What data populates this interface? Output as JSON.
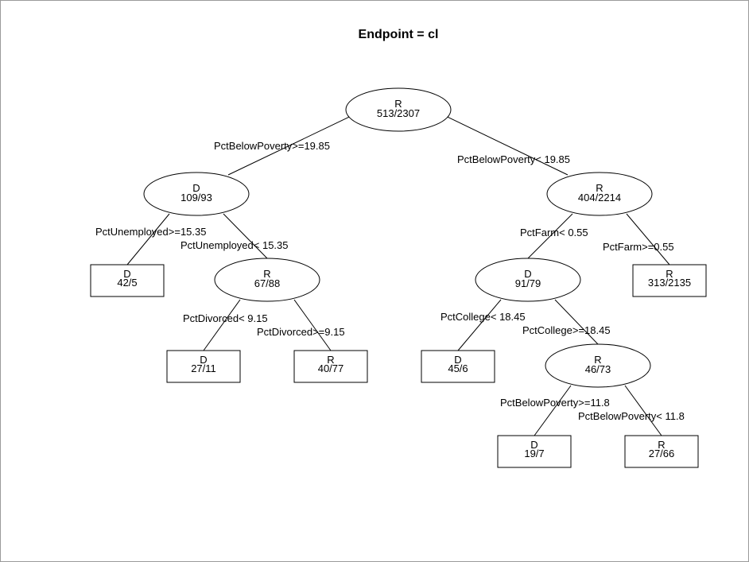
{
  "title": "Endpoint = cl",
  "nodes": {
    "n_root": {
      "shape": "ellipse",
      "class": "R",
      "counts": "513/2307"
    },
    "n_left": {
      "shape": "ellipse",
      "class": "D",
      "counts": "109/93"
    },
    "n_right": {
      "shape": "ellipse",
      "class": "R",
      "counts": "404/2214"
    },
    "n_ll": {
      "shape": "box",
      "class": "D",
      "counts": "42/5"
    },
    "n_lr": {
      "shape": "ellipse",
      "class": "R",
      "counts": "67/88"
    },
    "n_lrl": {
      "shape": "box",
      "class": "D",
      "counts": "27/11"
    },
    "n_lrr": {
      "shape": "box",
      "class": "R",
      "counts": "40/77"
    },
    "n_rl": {
      "shape": "ellipse",
      "class": "D",
      "counts": "91/79"
    },
    "n_rr": {
      "shape": "box",
      "class": "R",
      "counts": "313/2135"
    },
    "n_rll": {
      "shape": "box",
      "class": "D",
      "counts": "45/6"
    },
    "n_rlr": {
      "shape": "ellipse",
      "class": "R",
      "counts": "46/73"
    },
    "n_rlrl": {
      "shape": "box",
      "class": "D",
      "counts": "19/7"
    },
    "n_rlrr": {
      "shape": "box",
      "class": "R",
      "counts": "27/66"
    }
  },
  "edges": [
    {
      "from": "n_root",
      "to": "n_left",
      "label": "PctBelowPoverty>=19.85"
    },
    {
      "from": "n_root",
      "to": "n_right",
      "label": "PctBelowPoverty< 19.85"
    },
    {
      "from": "n_left",
      "to": "n_ll",
      "label": "PctUnemployed>=15.35"
    },
    {
      "from": "n_left",
      "to": "n_lr",
      "label": "PctUnemployed< 15.35"
    },
    {
      "from": "n_lr",
      "to": "n_lrl",
      "label": "PctDivorced< 9.15"
    },
    {
      "from": "n_lr",
      "to": "n_lrr",
      "label": "PctDivorced>=9.15"
    },
    {
      "from": "n_right",
      "to": "n_rl",
      "label": "PctFarm< 0.55"
    },
    {
      "from": "n_right",
      "to": "n_rr",
      "label": "PctFarm>=0.55"
    },
    {
      "from": "n_rl",
      "to": "n_rll",
      "label": "PctCollege< 18.45"
    },
    {
      "from": "n_rl",
      "to": "n_rlr",
      "label": "PctCollege>=18.45"
    },
    {
      "from": "n_rlr",
      "to": "n_rlrl",
      "label": "PctBelowPoverty>=11.8"
    },
    {
      "from": "n_rlr",
      "to": "n_rlrr",
      "label": "PctBelowPoverty< 11.8"
    }
  ]
}
